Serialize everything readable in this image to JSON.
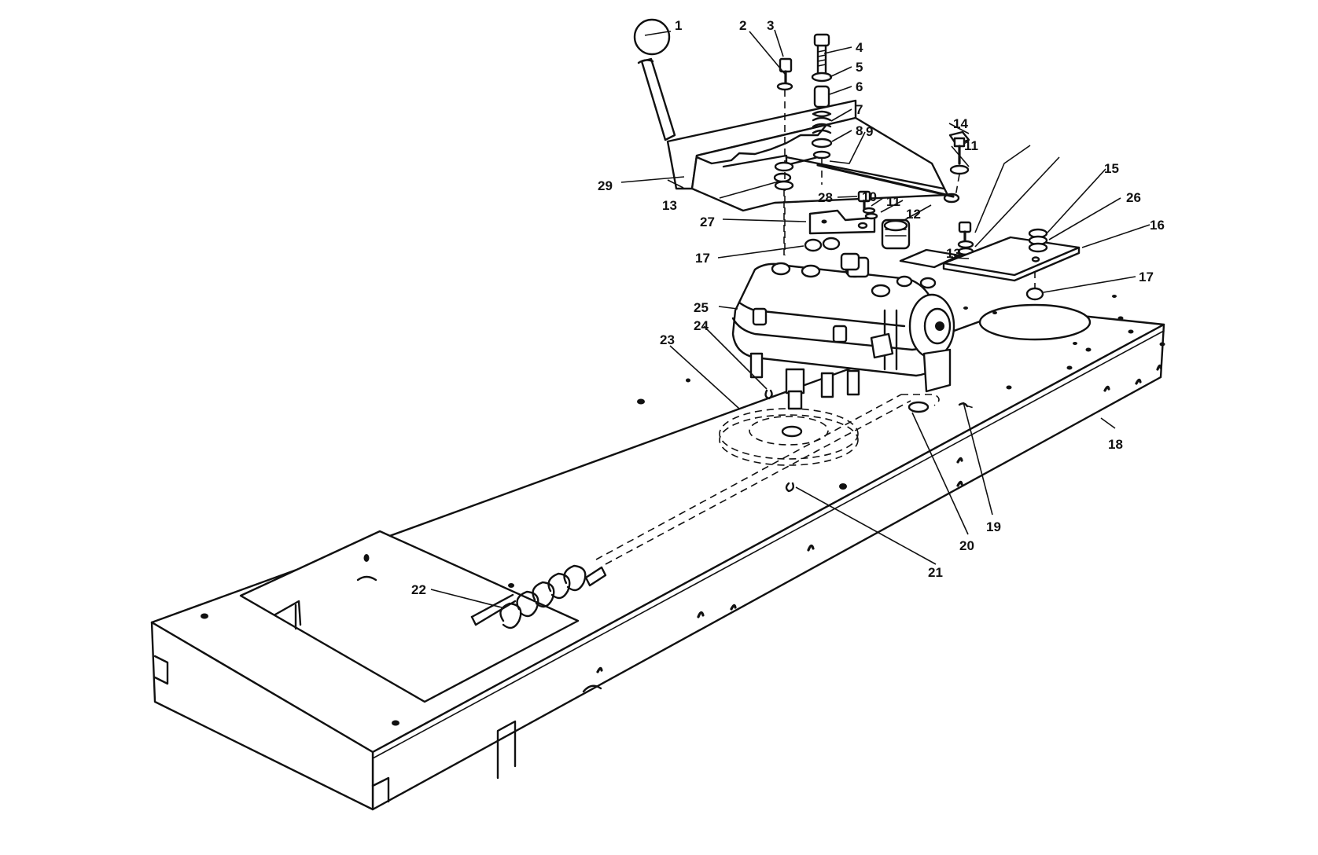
{
  "callouts": [
    {
      "id": "1",
      "label": "1"
    },
    {
      "id": "2",
      "label": "2"
    },
    {
      "id": "3",
      "label": "3"
    },
    {
      "id": "4",
      "label": "4"
    },
    {
      "id": "5",
      "label": "5"
    },
    {
      "id": "6",
      "label": "6"
    },
    {
      "id": "7",
      "label": "7"
    },
    {
      "id": "8",
      "label": "8"
    },
    {
      "id": "9",
      "label": "9"
    },
    {
      "id": "10",
      "label": "10"
    },
    {
      "id": "11",
      "label": "11"
    },
    {
      "id": "12",
      "label": "12"
    },
    {
      "id": "13",
      "label": "13"
    },
    {
      "id": "14",
      "label": "14"
    },
    {
      "id": "15",
      "label": "15"
    },
    {
      "id": "16",
      "label": "16"
    },
    {
      "id": "17",
      "label": "17"
    },
    {
      "id": "18",
      "label": "18"
    },
    {
      "id": "19",
      "label": "19"
    },
    {
      "id": "20",
      "label": "20"
    },
    {
      "id": "21",
      "label": "21"
    },
    {
      "id": "22",
      "label": "22"
    },
    {
      "id": "23",
      "label": "23"
    },
    {
      "id": "24",
      "label": "24"
    },
    {
      "id": "25",
      "label": "25"
    },
    {
      "id": "26",
      "label": "26"
    },
    {
      "id": "27",
      "label": "27"
    },
    {
      "id": "28",
      "label": "28"
    },
    {
      "id": "29",
      "label": "29"
    }
  ],
  "colors": {
    "ink": "#111111",
    "paper": "#ffffff"
  }
}
